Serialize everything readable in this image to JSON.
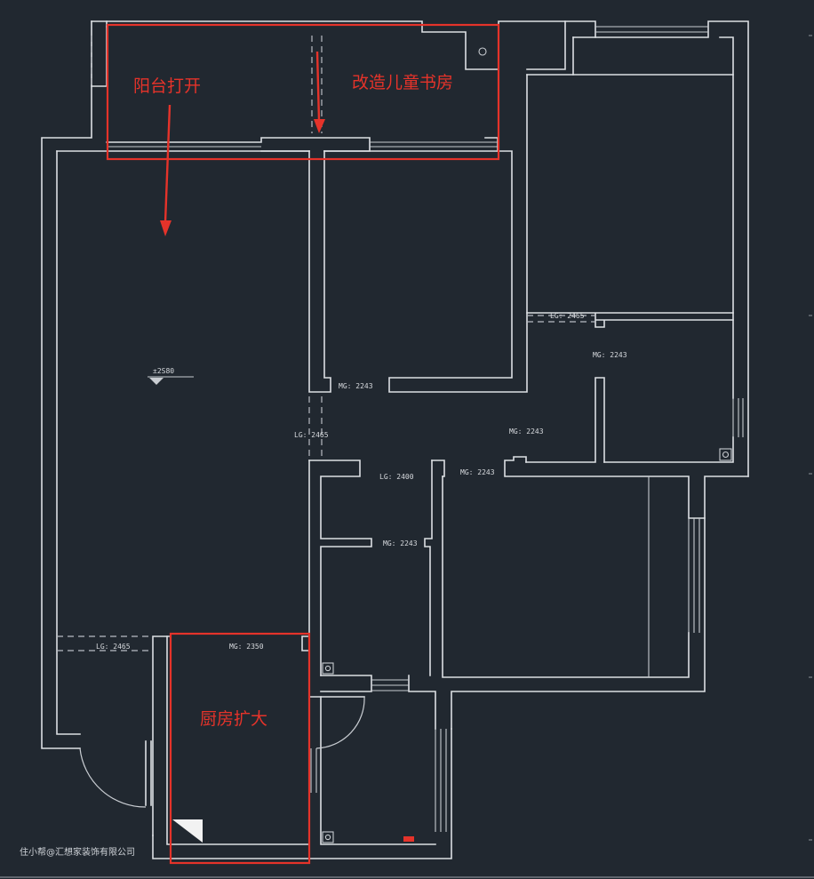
{
  "annotations": {
    "balcony_open": "阳台打开",
    "kids_study": "改造儿童书房",
    "kitchen_expand": "厨房扩大"
  },
  "level_marker": "±2S80",
  "labels": {
    "lg_2465_right": "LG: 2465",
    "mg_2243_bedroom2": "MG: 2243",
    "mg_2243_living": "MG: 2243",
    "lg_2465_center": "LG: 2465",
    "mg_2243_hall": "MG: 2243",
    "lg_2400": "LG: 2400",
    "mg_2243_masterdoor": "MG: 2243",
    "mg_2243_bath": "MG: 2243",
    "lg_2465_left": "LG: 2465",
    "mg_2350": "MG: 2350"
  },
  "watermark": "住小帮@汇想家装饰有限公司",
  "colors": {
    "background": "#212830",
    "wall": "#dcdfe3",
    "annotation": "#e5332a"
  }
}
